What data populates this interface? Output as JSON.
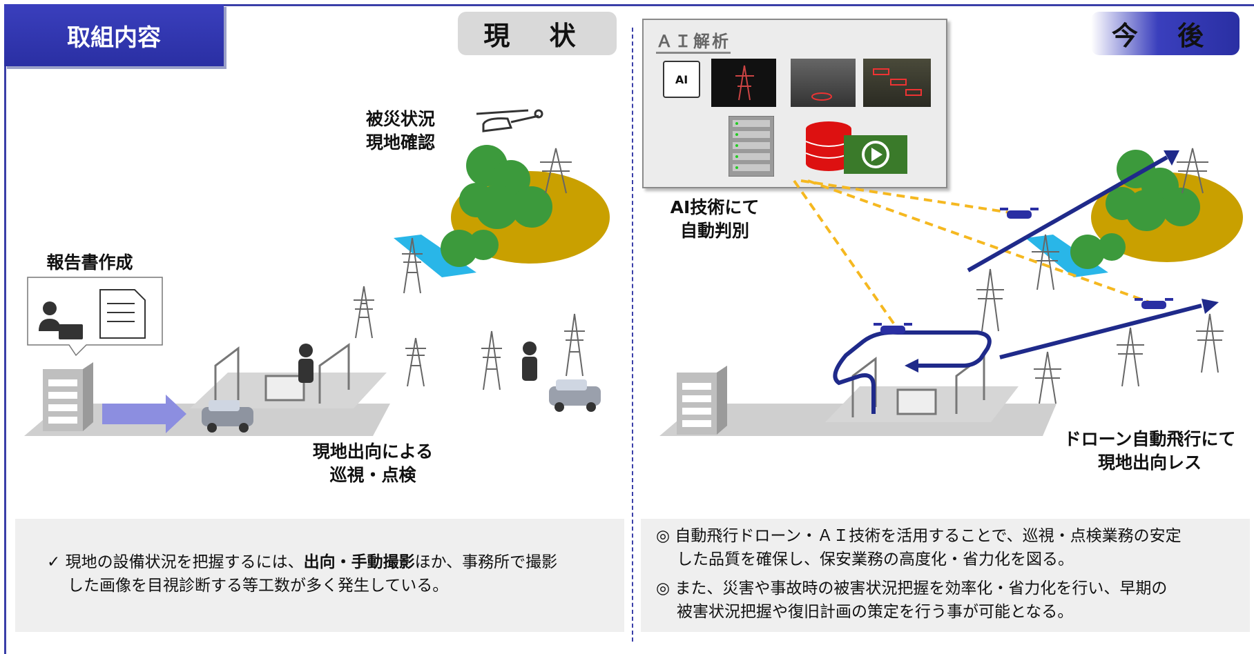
{
  "header": {
    "title": "取組内容",
    "current_tag": "現 状",
    "future_tag": "今 後"
  },
  "left": {
    "disaster_label_1": "被災状況",
    "disaster_label_2": "現地確認",
    "report_label": "報告書作成",
    "onsite_label_1": "現地出向による",
    "onsite_label_2": "巡視・点検",
    "panel_bullet": "✓",
    "panel_text_1": "現地の設備状況を把握するには、",
    "panel_text_bold": "出向・手動撮影",
    "panel_text_2": "ほか、事務所で撮影",
    "panel_text_3": "した画像を目視診断する等工数が多く発生している。"
  },
  "right": {
    "ai_title": "ＡＩ解析",
    "ai_chip": "AI",
    "ai_label_1": "AI技術にて",
    "ai_label_2": "自動判別",
    "drone_label_1": "ドローン自動飛行にて",
    "drone_label_2": "現地出向レス",
    "panel_mark": "◎",
    "panel_item_1a": "自動飛行ドローン・ＡＩ技術を活用することで、巡視・点検業務の安定",
    "panel_item_1b": "した品質を確保し、保安業務の高度化・省力化を図る。",
    "panel_item_2a": "また、災害や事故時の被害状況把握を効率化・省力化を行い、早期の",
    "panel_item_2b": "被害状況把握や復旧計画の策定を行う事が可能となる。"
  },
  "colors": {
    "brand_blue": "#2a2fa3",
    "arrow_blue": "#8c8ee0",
    "drone_path": "#1f2a8a",
    "ai_ray": "#f5b820",
    "ground": "#c9a000",
    "water": "#29b6e8",
    "tree": "#3c9a3c"
  },
  "icons": [
    "helicopter-icon",
    "tree-icon",
    "tower-icon",
    "person-icon",
    "car-icon",
    "building-icon",
    "document-icon",
    "ai-chip-icon",
    "server-icon",
    "database-icon",
    "video-icon",
    "drone-icon"
  ]
}
